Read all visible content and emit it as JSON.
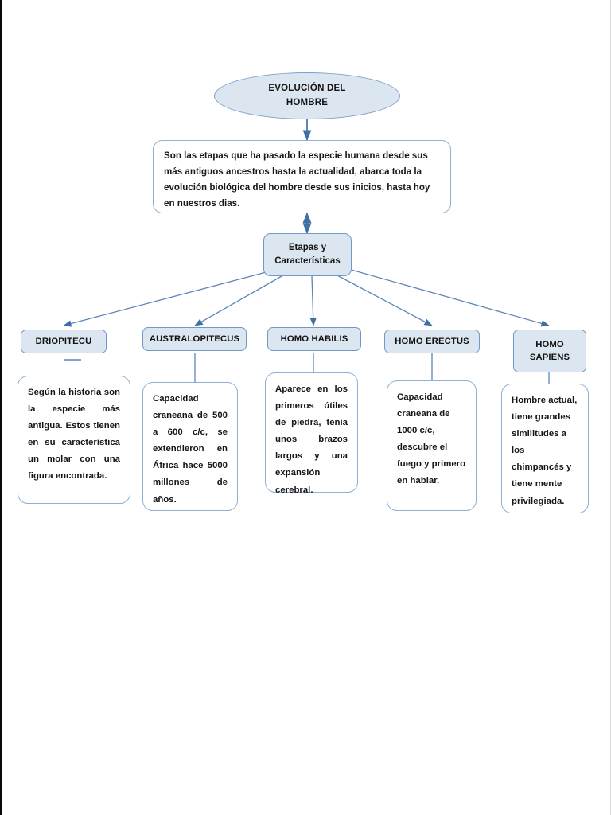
{
  "diagram": {
    "title": "EVOLUCIÓN DEL HOMBRE",
    "root": {
      "label": "EVOLUCIÓN DEL HOMBRE",
      "shape": "ellipse",
      "fill": "#dce6f1",
      "stroke": "#7ba0cc"
    },
    "definition": {
      "text": "Son las etapas que ha pasado la especie humana desde sus más antiguos ancestros hasta la actualidad, abarca toda la evolución biológica del hombre desde sus inicios, hasta hoy en nuestros dias.",
      "shape": "rounded-rect",
      "fill": "#ffffff",
      "stroke": "#8fb0d4"
    },
    "branch_hub": {
      "label": "Etapas y Características",
      "shape": "rounded-rect",
      "fill": "#dce6f1",
      "stroke": "#6f99c7"
    },
    "connector_color": "#3f6fa8",
    "stages": [
      {
        "id": "driopitecu",
        "header": "DRIOPITECU",
        "description": "Según la historia son la especie más antigua. Estos tienen en su característica un molar con una figura encontrada.",
        "align": "justify"
      },
      {
        "id": "australopitecus",
        "header": "AUSTRALOPITECUS",
        "description": "Capacidad craneana de 500 a 600 c/c, se extendieron en África hace 5000 millones de años.",
        "align": "justify"
      },
      {
        "id": "homo-habilis",
        "header": "HOMO HABILIS",
        "description": "Aparece en los primeros útiles de piedra, tenía unos brazos largos y una expansión cerebral.",
        "align": "justify"
      },
      {
        "id": "homo-erectus",
        "header": "HOMO ERECTUS",
        "description": "Capacidad craneana de 1000 c/c, descubre el fuego y primero en hablar.",
        "align": "left"
      },
      {
        "id": "homo-sapiens",
        "header": "HOMO SAPIENS",
        "description": "Hombre actual, tiene grandes similitudes a los chimpancés y tiene mente privilegiada.",
        "align": "left"
      }
    ]
  }
}
